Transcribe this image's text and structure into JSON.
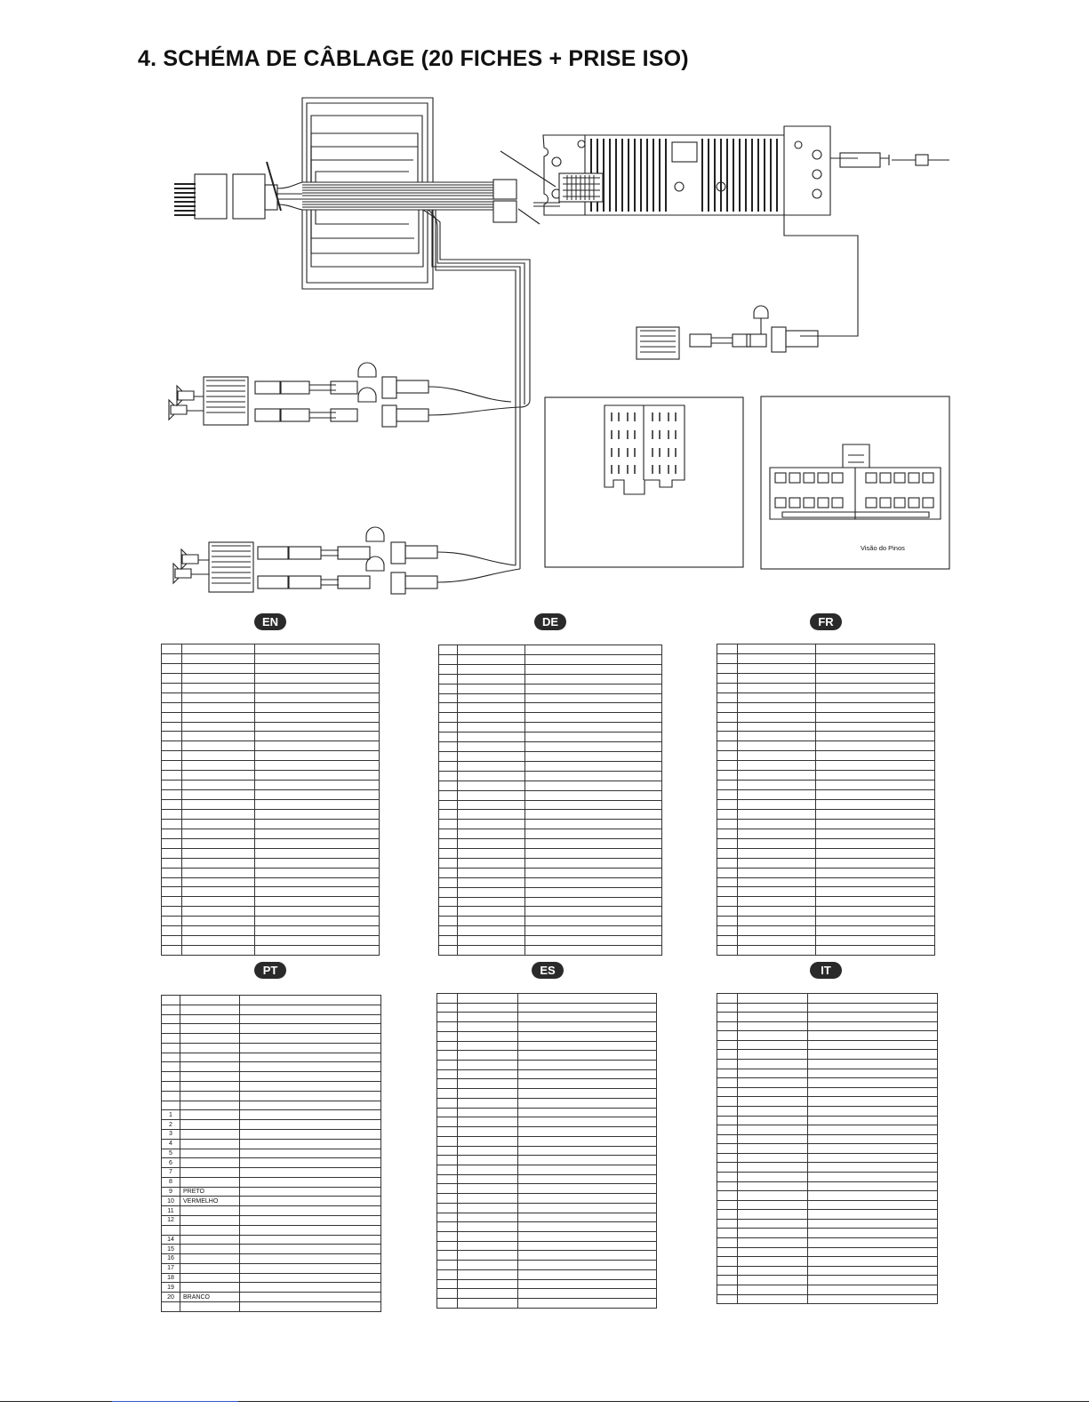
{
  "title": "4. SCHÉMA DE CÂBLAGE (20 FICHES + PRISE ISO)",
  "pin_view_label": "Visão do Pinos",
  "tables": [
    {
      "lang": "EN",
      "rows": 32,
      "labels": {}
    },
    {
      "lang": "DE",
      "rows": 32,
      "labels": {}
    },
    {
      "lang": "FR",
      "rows": 32,
      "labels": {}
    },
    {
      "lang": "PT",
      "rows": 33,
      "labels": {
        "12": [
          "1",
          ""
        ],
        "13": [
          "2",
          ""
        ],
        "14": [
          "3",
          ""
        ],
        "15": [
          "4",
          ""
        ],
        "16": [
          "5",
          ""
        ],
        "17": [
          "6",
          ""
        ],
        "18": [
          "7",
          ""
        ],
        "19": [
          "8",
          ""
        ],
        "20": [
          "9",
          "PRETO"
        ],
        "21": [
          "10",
          "VERMELHO"
        ],
        "22": [
          "11",
          ""
        ],
        "23": [
          "12",
          ""
        ],
        "25": [
          "14",
          ""
        ],
        "26": [
          "15",
          ""
        ],
        "27": [
          "16",
          ""
        ],
        "28": [
          "17",
          ""
        ],
        "29": [
          "18",
          ""
        ],
        "30": [
          "19",
          ""
        ],
        "31": [
          "20",
          "BRANCO"
        ]
      }
    },
    {
      "lang": "ES",
      "rows": 33,
      "labels": {}
    },
    {
      "lang": "IT",
      "rows": 33,
      "labels": {}
    }
  ],
  "icons": [
    "wire-harness-icon",
    "head-unit-icon",
    "antenna-plug-icon",
    "amplifier-icon",
    "speaker-icon",
    "rca-connector-icon",
    "iso-connector-icon",
    "20-pin-connector-icon"
  ]
}
